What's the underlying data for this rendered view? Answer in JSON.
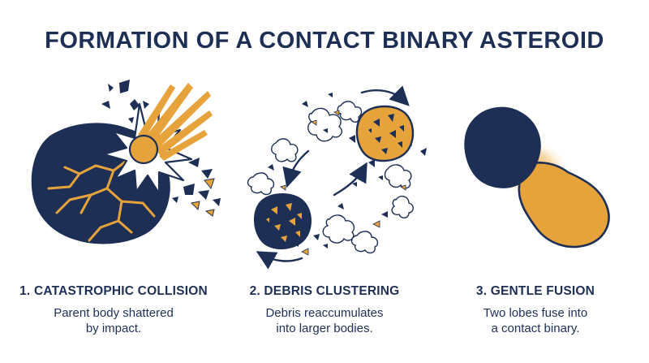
{
  "title": "FORMATION OF A CONTACT BINARY ASTEROID",
  "colors": {
    "navy": "#1e2f55",
    "orange": "#e6a33c",
    "white": "#ffffff"
  },
  "steps": [
    {
      "heading": "1. CATASTROPHIC COLLISION",
      "description": "Parent body shattered\nby impact."
    },
    {
      "heading": "2. DEBRIS CLUSTERING",
      "description": "Debris reaccumulates\ninto larger bodies."
    },
    {
      "heading": "3. GENTLE FUSION",
      "description": "Two lobes fuse into\na contact binary."
    }
  ]
}
